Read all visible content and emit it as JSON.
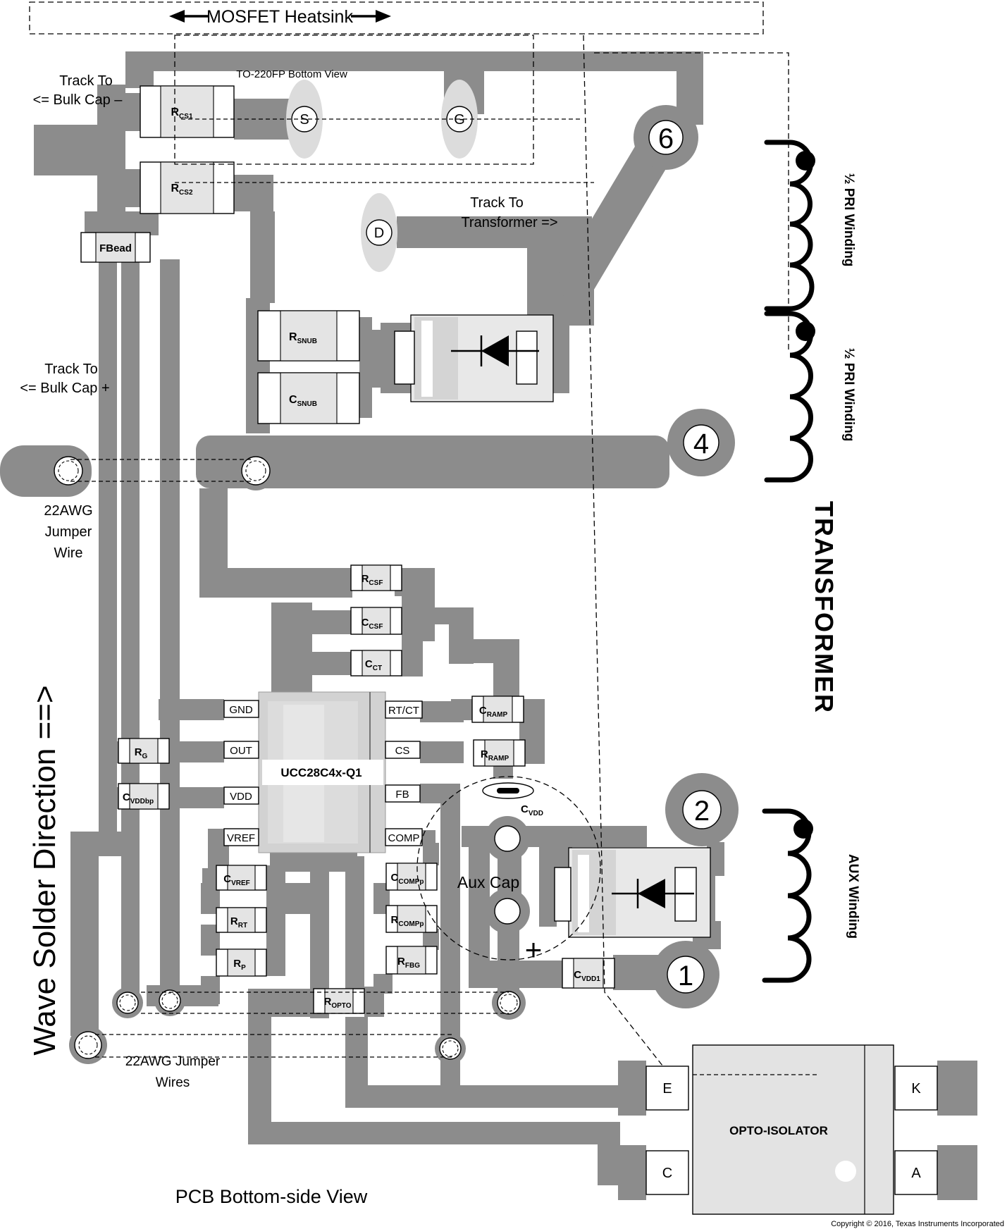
{
  "header": {
    "heatsink": "MOSFET Heatsink",
    "to220": "TO-220FP Bottom View",
    "pcb_view": "PCB Bottom-side View",
    "copyright": "Copyright © 2016, Texas Instruments Incorporated",
    "wave_solder": "Wave Solder Direction ==>"
  },
  "annotations": {
    "track_bulk_minus_1": "Track To",
    "track_bulk_minus_2": "<=  Bulk Cap –",
    "track_bulk_plus_1": "Track To",
    "track_bulk_plus_2": "<=  Bulk Cap +",
    "jumper_wire_1": "22AWG",
    "jumper_wire_2": "Jumper",
    "jumper_wire_3": "Wire",
    "jumper_wires_1": "22AWG Jumper",
    "jumper_wires_2": "Wires",
    "track_transformer_1": "Track To",
    "track_transformer_2": "Transformer  =>",
    "transformer": "TRANSFORMER",
    "pri_winding_1": "½ PRI Winding",
    "pri_winding_2": "½ PRI Winding",
    "aux_winding": "AUX Winding",
    "aux_cap": "Aux Cap",
    "plus": "+"
  },
  "ic": {
    "name": "UCC28C4x-Q1",
    "left_pins": [
      "GND",
      "OUT",
      "VDD",
      "VREF"
    ],
    "right_pins": [
      "RT/CT",
      "CS",
      "FB",
      "COMP"
    ]
  },
  "opto": {
    "name": "OPTO-ISOLATOR",
    "pins": [
      "E",
      "C",
      "K",
      "A"
    ]
  },
  "pads": {
    "p6": "6",
    "p4": "4",
    "p2": "2",
    "p1": "1",
    "s": "S",
    "g": "G",
    "d": "D"
  },
  "components": {
    "rcs1": {
      "main": "R",
      "sub": "CS1"
    },
    "rcs2": {
      "main": "R",
      "sub": "CS2"
    },
    "fbead": {
      "main": "FBead",
      "sub": ""
    },
    "rsnub": {
      "main": "R",
      "sub": "SNUB"
    },
    "csnub": {
      "main": "C",
      "sub": "SNUB"
    },
    "rcsf": {
      "main": "R",
      "sub": "CSF"
    },
    "ccsf": {
      "main": "C",
      "sub": "CSF"
    },
    "cct": {
      "main": "C",
      "sub": "CT"
    },
    "cramp": {
      "main": "C",
      "sub": "RAMP"
    },
    "rramp": {
      "main": "R",
      "sub": "RAMP"
    },
    "rg": {
      "main": "R",
      "sub": "G"
    },
    "cvddbp": {
      "main": "C",
      "sub": "VDDbp"
    },
    "cvref": {
      "main": "C",
      "sub": "VREF"
    },
    "rrt": {
      "main": "R",
      "sub": "RT"
    },
    "rp": {
      "main": "R",
      "sub": "P"
    },
    "ccompp": {
      "main": "C",
      "sub": "COMPp"
    },
    "rcompp": {
      "main": "R",
      "sub": "COMPp"
    },
    "rfbg": {
      "main": "R",
      "sub": "FBG"
    },
    "ropto": {
      "main": "R",
      "sub": "OPTO"
    },
    "cvdd1": {
      "main": "C",
      "sub": "VDD1"
    },
    "cvdd": {
      "main": "C",
      "sub": "VDD"
    }
  },
  "colors": {
    "trace": "#8c8c8c",
    "pad_light": "#dcdcdc",
    "component_body": "#e8e8e8",
    "ic_body": "#d2d2d2"
  }
}
